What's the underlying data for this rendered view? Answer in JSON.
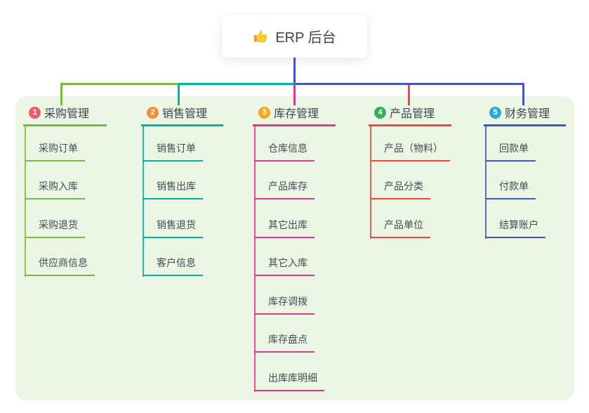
{
  "root": {
    "label": "ERP 后台",
    "icon": "thumbs-up-icon"
  },
  "colors": {
    "panel_bg": "#eaf6e3",
    "root_connector": "#4257c5",
    "text_dark": "#3e4550"
  },
  "branches": [
    {
      "index": "1",
      "label": "采购管理",
      "badge_color": "#f6576b",
      "line_color": "#7cb944",
      "children": [
        "采购订单",
        "采购入库",
        "采购退货",
        "供应商信息"
      ]
    },
    {
      "index": "2",
      "label": "销售管理",
      "badge_color": "#f78c3e",
      "line_color": "#00b3a4",
      "children": [
        "销售订单",
        "销售出库",
        "销售退货",
        "客户信息"
      ]
    },
    {
      "index": "3",
      "label": "库存管理",
      "badge_color": "#f5a71f",
      "line_color": "#e5358f",
      "children": [
        "仓库信息",
        "产品库存",
        "其它出库",
        "其它入库",
        "库存调拨",
        "库存盘点",
        "出库库明细"
      ]
    },
    {
      "index": "4",
      "label": "产品管理",
      "badge_color": "#37b159",
      "line_color": "#f2463f",
      "children": [
        "产品（物料）",
        "产品分类",
        "产品单位"
      ]
    },
    {
      "index": "5",
      "label": "财务管理",
      "badge_color": "#2ea6d6",
      "line_color": "#4257c5",
      "children": [
        "回款单",
        "付款单",
        "结算账户"
      ]
    }
  ]
}
